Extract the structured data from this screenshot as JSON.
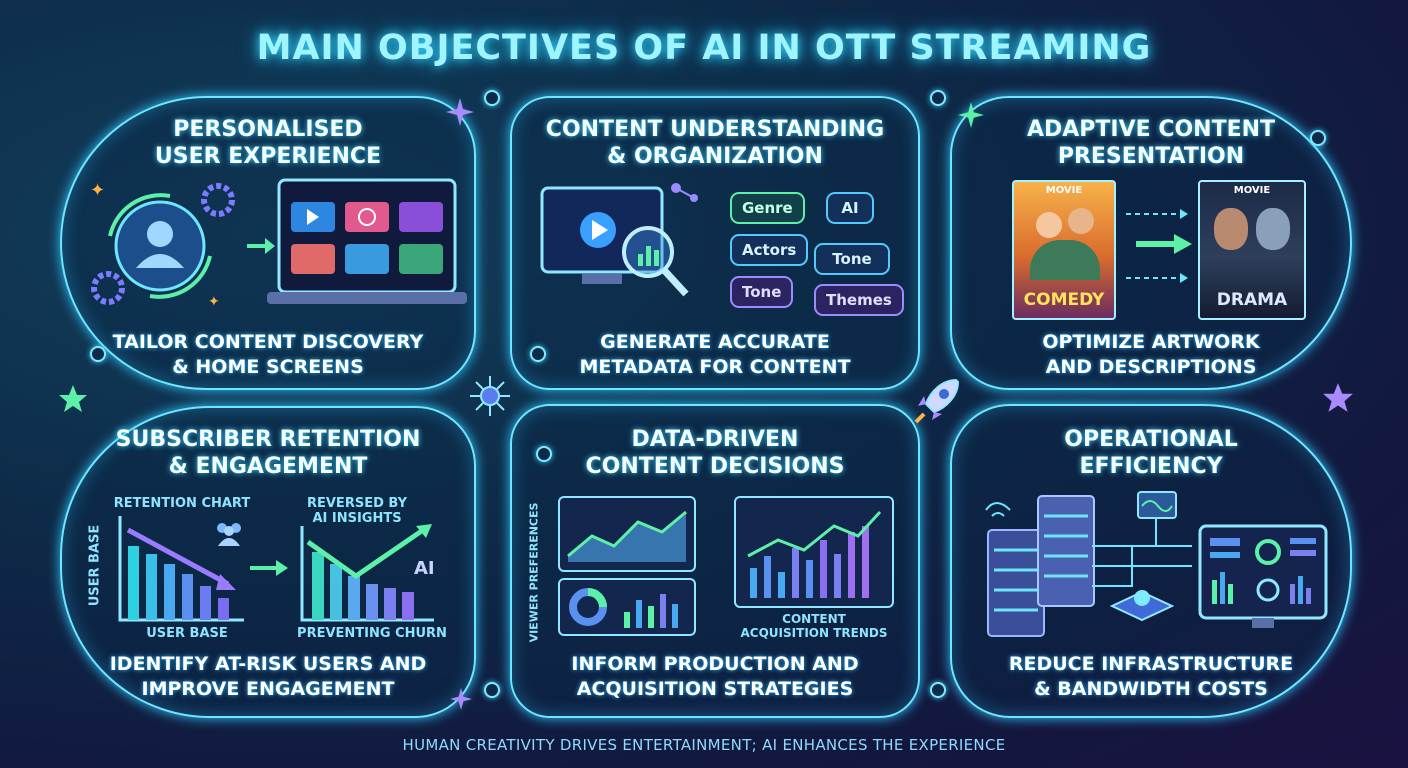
{
  "title": "MAIN OBJECTIVES OF AI IN OTT STREAMING",
  "footer": "HUMAN CREATIVITY DRIVES ENTERTAINMENT; AI ENHANCES THE EXPERIENCE",
  "panels": [
    {
      "title_lines": [
        "PERSONALISED",
        "USER EXPERIENCE"
      ],
      "desc_lines": [
        "TAILOR CONTENT DISCOVERY",
        "& HOME SCREENS"
      ]
    },
    {
      "title_lines": [
        "CONTENT UNDERSTANDING",
        "& ORGANIZATION"
      ],
      "desc_lines": [
        "GENERATE ACCURATE",
        "METADATA FOR CONTENT"
      ],
      "tags": [
        "Genre",
        "AI",
        "Actors",
        "Tone",
        "Tone",
        "Themes"
      ]
    },
    {
      "title_lines": [
        "ADAPTIVE CONTENT",
        "PRESENTATION"
      ],
      "desc_lines": [
        "OPTIMIZE ARTWORK",
        "AND DESCRIPTIONS"
      ],
      "posters": [
        {
          "top": "MOVIE",
          "genre": "COMEDY"
        },
        {
          "top": "MOVIE",
          "genre": "DRAMA"
        }
      ]
    },
    {
      "title_lines": [
        "SUBSCRIBER RETENTION",
        "& ENGAGEMENT"
      ],
      "desc_lines": [
        "IDENTIFY AT-RISK USERS AND",
        "IMPROVE ENGAGEMENT"
      ],
      "labels": {
        "left_top": "RETENTION CHART",
        "left_axis": "USER BASE",
        "left_bottom": "USER BASE",
        "right_top_1": "REVERSED BY",
        "right_top_2": "AI INSIGHTS",
        "right_bottom": "PREVENTING CHURN",
        "ai": "AI"
      }
    },
    {
      "title_lines": [
        "DATA-DRIVEN",
        "CONTENT DECISIONS"
      ],
      "desc_lines": [
        "INFORM PRODUCTION AND",
        "ACQUISITION STRATEGIES"
      ],
      "labels": {
        "axis": "VIEWER PREFERENCES",
        "trend_1": "CONTENT",
        "trend_2": "ACQUISITION TRENDS"
      }
    },
    {
      "title_lines": [
        "OPERATIONAL",
        "EFFICIENCY"
      ],
      "desc_lines": [
        "REDUCE INFRASTRUCTURE",
        "& BANDWIDTH COSTS"
      ]
    }
  ],
  "colors": {
    "accent": "#6fe6ff",
    "title": "#9ff4ff",
    "green": "#5df0a8",
    "purple": "#9a8bff"
  }
}
